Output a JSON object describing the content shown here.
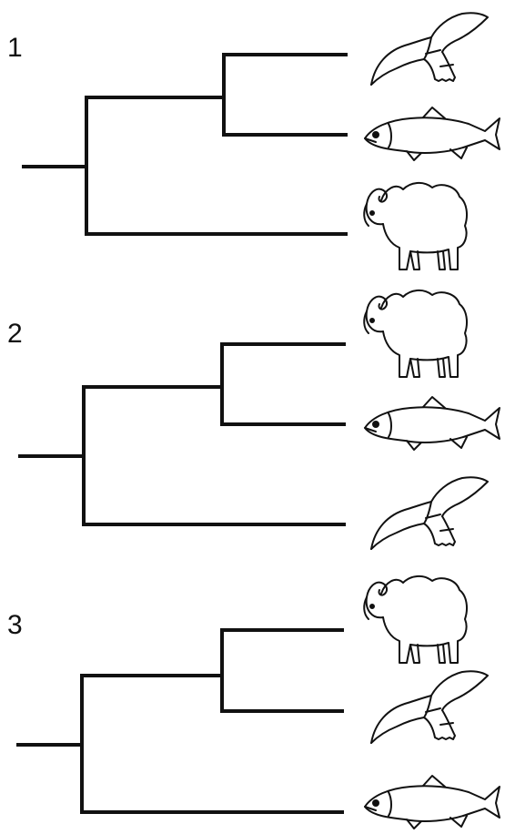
{
  "panels": [
    {
      "label": "1",
      "taxa": [
        "bird",
        "fish",
        "sheep"
      ]
    },
    {
      "label": "2",
      "taxa": [
        "sheep",
        "fish",
        "bird"
      ]
    },
    {
      "label": "3",
      "taxa": [
        "sheep",
        "bird",
        "fish"
      ]
    }
  ],
  "style": {
    "line_color": "#111111",
    "background": "#ffffff"
  }
}
